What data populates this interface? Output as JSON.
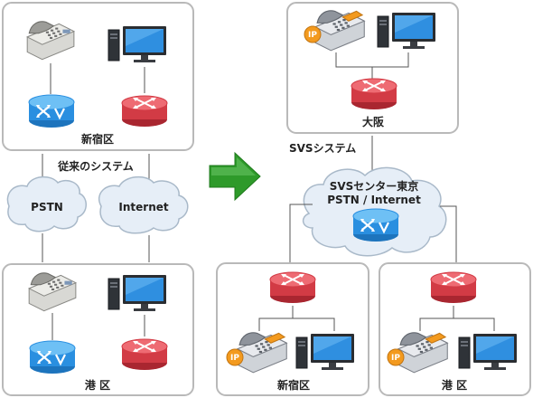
{
  "labels": {
    "shinjuku_old": "新宿区",
    "minato_old": "港 区",
    "conventional_system": "従来のシステム",
    "pstn": "PSTN",
    "internet": "Internet",
    "svs_system": "SVSシステム",
    "osaka": "大阪",
    "svs_center_line1": "SVSセンター東京",
    "svs_center_line2": "PSTN / Internet",
    "shinjuku_new": "新宿区",
    "minato_new": "港 区",
    "ip_badge": "IP"
  },
  "colors": {
    "arrow_green": "#2e9a2a",
    "switch_blue": "#2a8fe0",
    "router_red": "#d23b45",
    "ip_orange": "#f39a1e",
    "box_border": "#b9b9b9",
    "cloud_fill": "#e6eef7"
  },
  "icons": {
    "phone": "desk-phone-icon",
    "ip_phone": "ip-phone-icon",
    "computer": "desktop-computer-icon",
    "switch": "network-switch-icon",
    "router": "router-icon",
    "arrow": "right-arrow-icon"
  }
}
